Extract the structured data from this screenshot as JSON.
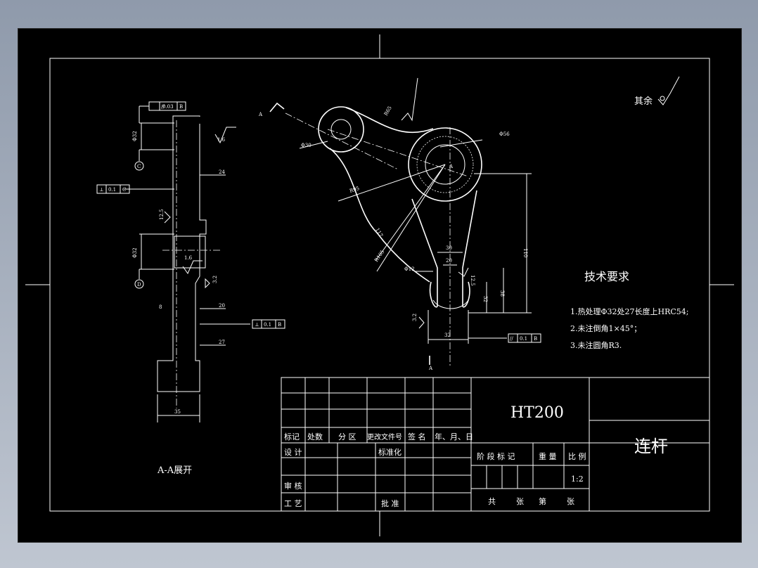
{
  "title_block": {
    "material": "HT200",
    "part_name": "连杆",
    "rev_headers": [
      "标记",
      "处数",
      "分 区",
      "更改文件号",
      "签 名",
      "年、月、日"
    ],
    "design": "设 计",
    "standardize": "标准化",
    "review": "审 核",
    "process": "工 艺",
    "approve": "批 准",
    "stage_mark": "阶 段 标 记",
    "weight": "重 量",
    "scale_label": "比 例",
    "scale_value": "1:2",
    "sheet_total": "共",
    "sheet_unit": "张",
    "sheet_no": "第",
    "sheet_unit2": "张"
  },
  "tech_req": {
    "title": "技术要求",
    "items": [
      "1.热处理Φ32处27长度上HRC54;",
      "2.未注倒角1×45°；",
      "3.未注圆角R3."
    ]
  },
  "roughness_note": "其余",
  "section_label": "A-A展开",
  "section_marks": [
    "A",
    "A",
    "A"
  ],
  "datums": [
    "C",
    "D"
  ],
  "section_view": {
    "fcf_top": [
      "//",
      "0.03",
      "B"
    ],
    "fcf_left": [
      "⊥",
      "0.1",
      "C"
    ],
    "fcf_right": [
      "⊥",
      "0.1",
      "B"
    ],
    "dims": [
      "Φ32",
      "1.6",
      "24",
      "12.5",
      "Φ32",
      "1.6",
      "3.2",
      "20",
      "8",
      "27",
      "35"
    ]
  },
  "main_view": {
    "dims": [
      "Φ30",
      "R65",
      "Φ56",
      "R95",
      "117",
      "R105",
      "Φ12",
      "30",
      "20",
      "110",
      "12.5",
      "38",
      "32",
      "3.2",
      "32"
    ],
    "fcf_bottom": [
      "//",
      "0.1",
      "B"
    ]
  }
}
